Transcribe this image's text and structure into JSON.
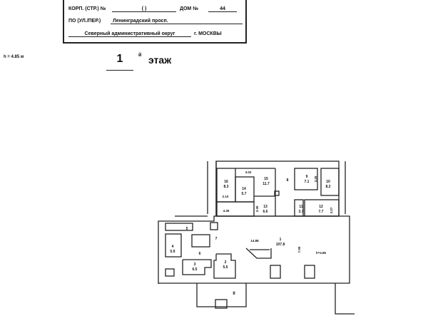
{
  "header": {
    "korp_label": "КОРП. (СТР.) №",
    "korp_value": "(              )",
    "dom_label": "ДОМ №",
    "dom_value": "44",
    "street_label": "ПО (УЛ./ПЕР.)",
    "street_value": "Ленинградский просп.",
    "district": "Северный административный округ",
    "city": "г. МОСКВЫ"
  },
  "height_note": "h = 4.85 м",
  "floor": {
    "number": "1",
    "suffix": "й",
    "label": "этаж"
  },
  "rooms": [
    {
      "num": "1",
      "area": "107.8"
    },
    {
      "num": "2",
      "area": "5.5"
    },
    {
      "num": "3",
      "area": "6.5"
    },
    {
      "num": "4",
      "area": "5.9"
    },
    {
      "num": "5",
      "area": ""
    },
    {
      "num": "6",
      "area": ""
    },
    {
      "num": "7",
      "area": ""
    },
    {
      "num": "8",
      "area": ""
    },
    {
      "num": "9",
      "area": "7.1"
    },
    {
      "num": "10",
      "area": "8.2"
    },
    {
      "num": "11",
      "area": "3.7"
    },
    {
      "num": "12",
      "area": "7.7"
    },
    {
      "num": "13",
      "area": "6.6"
    },
    {
      "num": "14",
      "area": "5.7"
    },
    {
      "num": "15",
      "area": "11.7"
    },
    {
      "num": "16",
      "area": "8.3"
    }
  ],
  "dimensions": [
    "3.02",
    "2.10",
    "4.35",
    "3.30",
    "3.25",
    "3.27",
    "14.88",
    "7.00",
    "h=4.85"
  ],
  "section_mark": "II"
}
